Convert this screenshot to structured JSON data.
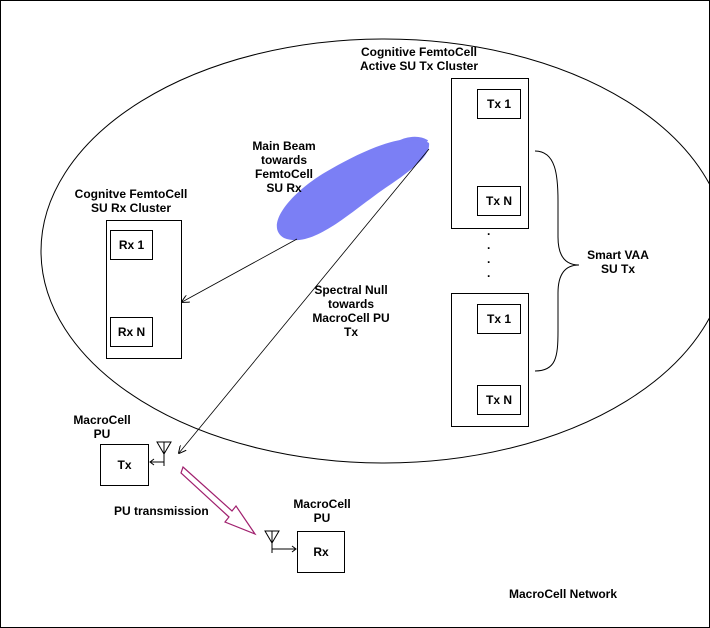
{
  "labels": {
    "tx_cluster_title": [
      "Cognitive FemtoCell",
      "Active SU Tx Cluster"
    ],
    "rx_cluster_title": [
      "Cognitve FemtoCell",
      "SU Rx Cluster"
    ],
    "main_beam": [
      "Main Beam",
      "towards",
      "FemtoCell",
      "SU Rx"
    ],
    "spectral_null": [
      "Spectral Null",
      "towards",
      "MacroCell PU",
      "Tx"
    ],
    "smart_vaa": [
      "Smart VAA",
      "SU Tx"
    ],
    "macro_pu_tx_title": [
      "MacroCell",
      "PU"
    ],
    "macro_pu_rx_title": [
      "MacroCell",
      "PU"
    ],
    "pu_transmission": "PU transmission",
    "network": "MacroCell Network"
  },
  "units": {
    "tx1_top": "Tx 1",
    "txn_top": "Tx N",
    "tx1_bottom": "Tx 1",
    "txn_bottom": "Tx N",
    "rx1": "Rx 1",
    "rxn": "Rx N",
    "pu_tx": "Tx",
    "pu_rx": "Rx"
  },
  "ellipsis": "·\n·\n·\n·",
  "colors": {
    "beam": "#7b7ff5",
    "pu_arrow": "#a0206e",
    "line": "#000000"
  }
}
